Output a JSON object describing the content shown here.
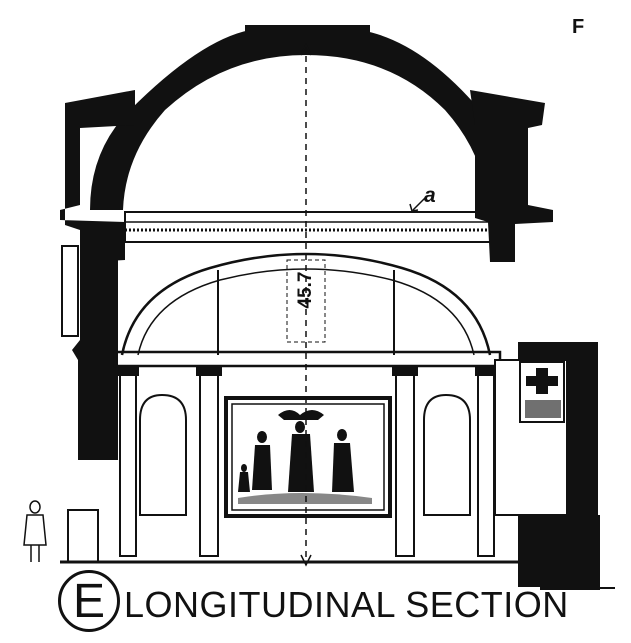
{
  "sheet_letter": "F",
  "annotation_a": "a",
  "dimension_label": "45.7",
  "section_letter": "E",
  "caption": "LONGITUDINAL SECTION",
  "colors": {
    "ink": "#111111",
    "paper": "#ffffff"
  }
}
